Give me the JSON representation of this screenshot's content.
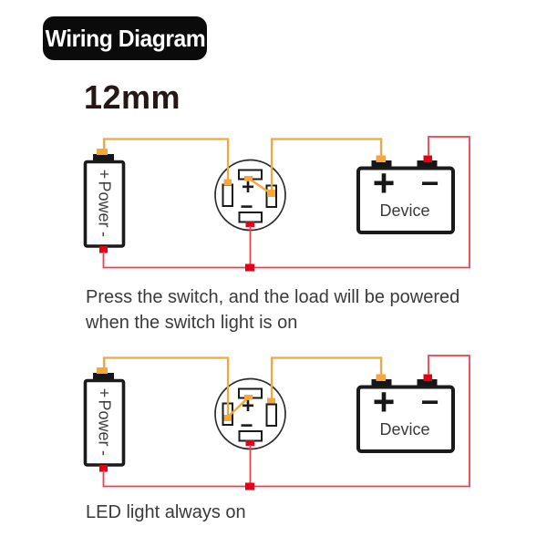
{
  "banner": {
    "label": "Wiring Diagram"
  },
  "heading": {
    "label": "12mm"
  },
  "components": {
    "battery": {
      "plus": "+",
      "label": "Power",
      "minus": "-"
    },
    "switch": {
      "plus": "+",
      "minus": "−"
    },
    "device": {
      "plus": "+",
      "minus": "−",
      "label": "Device"
    }
  },
  "captions": {
    "diagram1": [
      "Press the switch, and the load will be powered",
      "when the switch light is on"
    ],
    "diagram2": [
      "LED light always on"
    ]
  },
  "colors": {
    "orange": "#F6A63A",
    "red": "#EE3F4D",
    "red_cap": "#E60016",
    "ink": "#161616",
    "outline": "#1A1A1A",
    "text": "#3A3A3A",
    "heading": "#231815",
    "banner_bg": "#0B0B0B",
    "banner_text": "#FFFFFF"
  }
}
